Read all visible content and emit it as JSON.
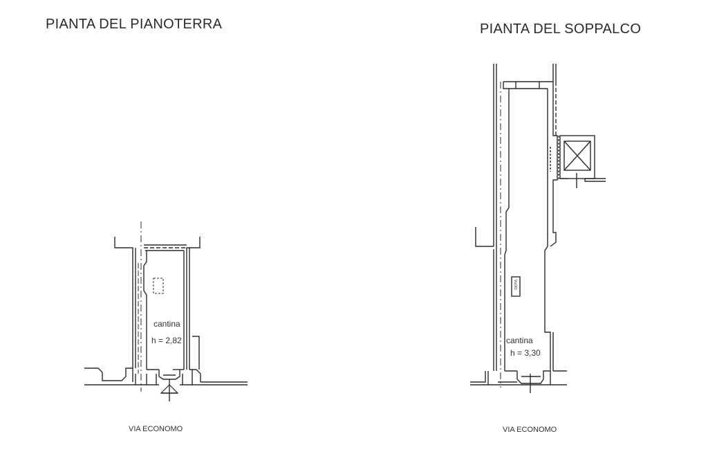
{
  "ground_floor": {
    "title": "PIANTA DEL PIANOTERRA",
    "room_name": "cantina",
    "room_height": "h = 2,82",
    "street": "VIA ECONOMO"
  },
  "mezzanine": {
    "title": "PIANTA DEL SOPPALCO",
    "room_name": "cantina",
    "room_height": "h = 3,30",
    "box_label": "vuoto",
    "street": "VIA ECONOMO"
  },
  "colors": {
    "line": "#2b2b2b",
    "background": "#ffffff"
  }
}
